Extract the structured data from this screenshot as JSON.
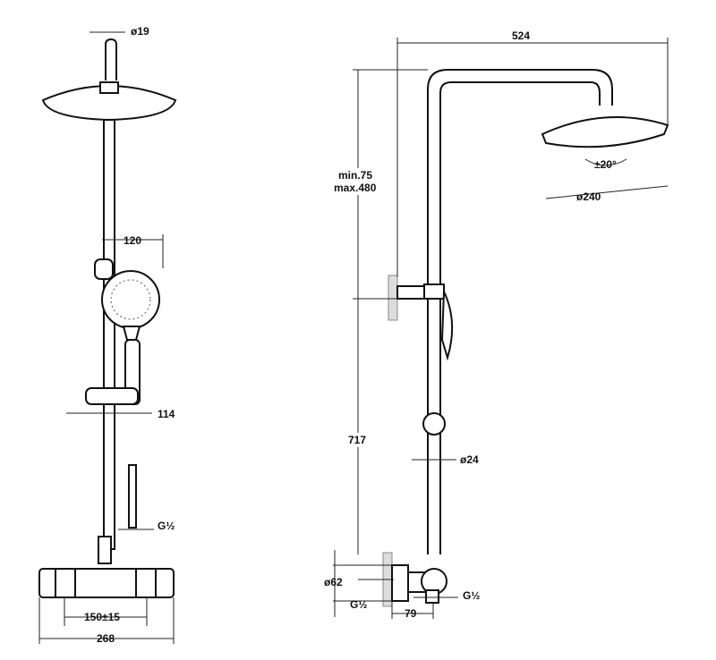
{
  "title": "Shower system dimension drawing",
  "front_view": {
    "pipe_diameter": "ø19",
    "hand_shower_width": "120",
    "holder_offset": "114",
    "hose_thread": "G½",
    "inlet_spacing": "150±15",
    "total_width": "268"
  },
  "side_view": {
    "arm_reach": "524",
    "height_adjust_line1": "min.75",
    "height_adjust_line2": "max.480",
    "tilt_angle": "±20°",
    "head_diameter": "ø240",
    "rail_height": "717",
    "rail_diameter": "ø24",
    "flange_diameter": "ø62",
    "inlet_thread": "G½",
    "outlet_thread": "G½",
    "wall_distance": "79"
  }
}
